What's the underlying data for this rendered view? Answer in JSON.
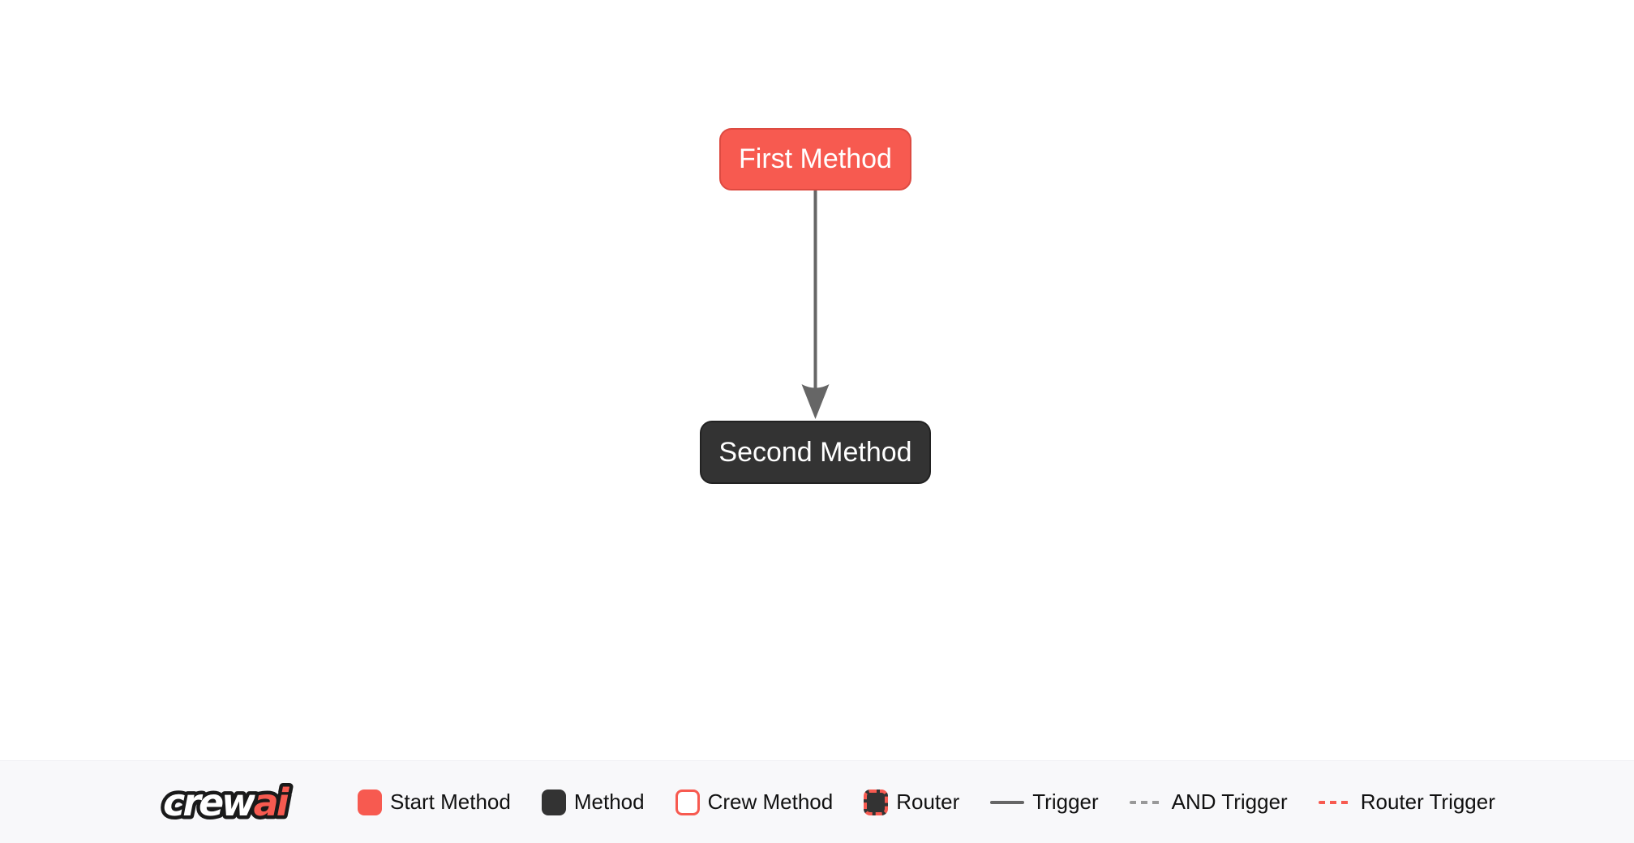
{
  "page": {
    "background": "#FFFFFF"
  },
  "diagram": {
    "nodes": [
      {
        "label": "First Method",
        "type": "start-method",
        "fill": "#F75A50",
        "border": "#DD4A41",
        "text_color": "#FFFFFF"
      },
      {
        "label": "Second Method",
        "type": "method",
        "fill": "#333333",
        "border": "#222222",
        "text_color": "#FFFFFF"
      }
    ],
    "edges": [
      {
        "from": "First Method",
        "to": "Second Method",
        "type": "trigger",
        "style": "solid",
        "color": "#666666",
        "arrow": "to"
      }
    ]
  },
  "legend": {
    "background": "#F8F8FA",
    "logo": {
      "part1": "crew",
      "part2": "ai",
      "part1_color": "#FFFFFF",
      "part2_color": "#F75A50",
      "outline_color": "#1A1A1A"
    },
    "items": [
      {
        "label": "Start Method",
        "swatch": "start-method-box",
        "color": "#F75A50"
      },
      {
        "label": "Method",
        "swatch": "method-box",
        "color": "#333333"
      },
      {
        "label": "Crew Method",
        "swatch": "crew-method-box",
        "color": "#FFFFFF",
        "border_color": "#F75A50",
        "border_style": "solid"
      },
      {
        "label": "Router",
        "swatch": "router-box",
        "color": "#333333",
        "border_color": "#F75A50",
        "border_style": "dashed"
      },
      {
        "label": "Trigger",
        "swatch": "solid-line",
        "color": "#666666"
      },
      {
        "label": "AND Trigger",
        "swatch": "dashed-line",
        "color": "#999999"
      },
      {
        "label": "Router Trigger",
        "swatch": "dashed-line",
        "color": "#F75A50"
      }
    ]
  }
}
